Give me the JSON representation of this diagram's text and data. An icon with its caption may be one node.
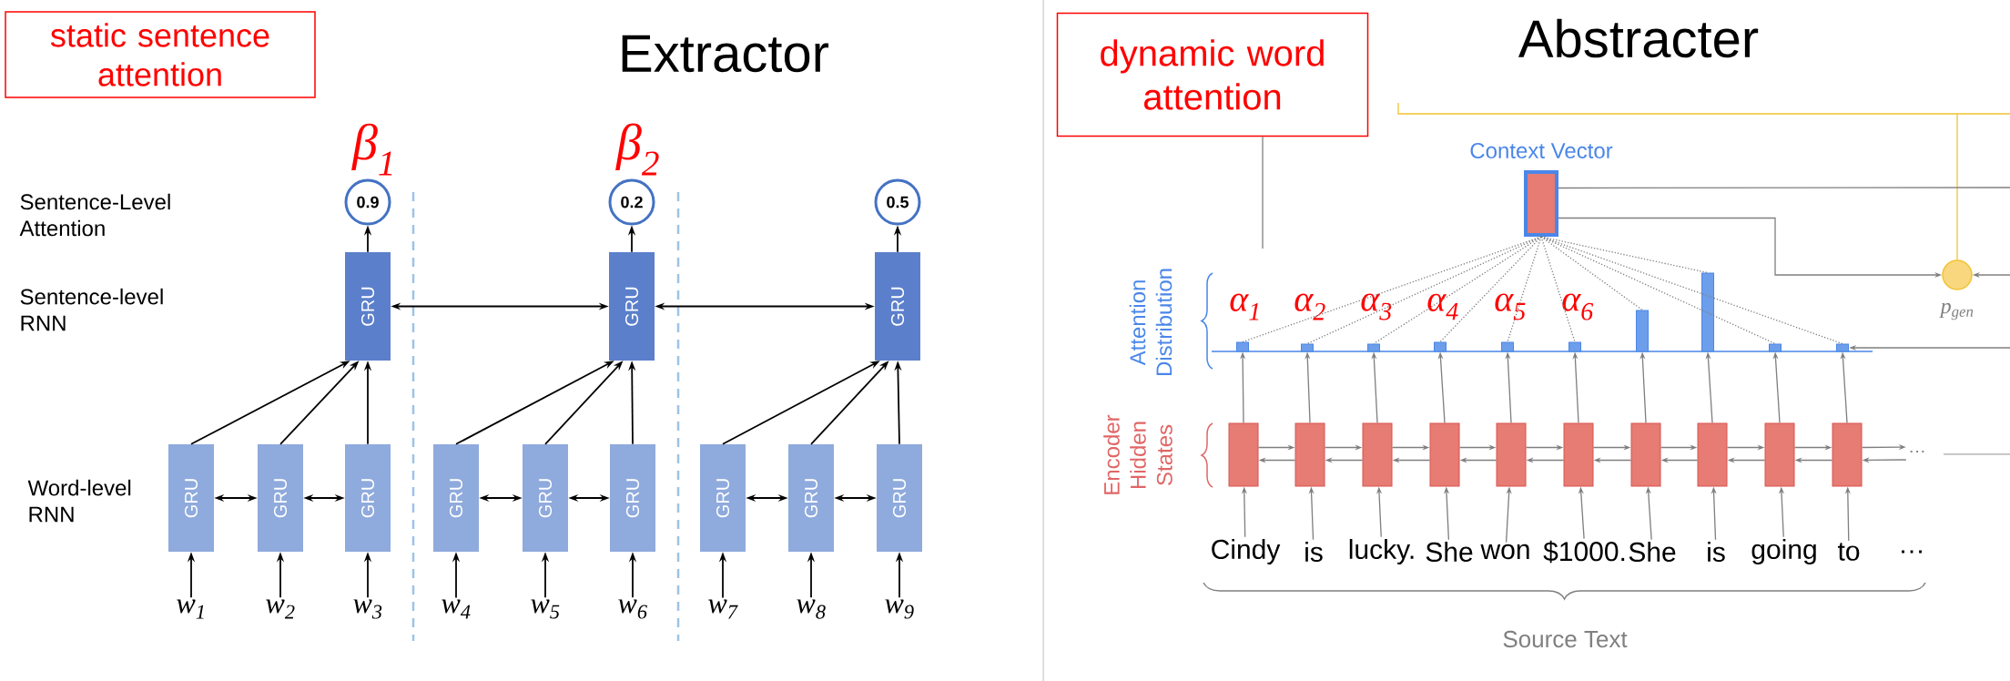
{
  "diagram": {
    "nodes": [
      {
        "text": [
          "static sentence attention"
        ]
      },
      {
        "text": [
          "0.9"
        ],
        "beside": [
          "β$_{1}$"
        ]
      },
      {
        "text": [
          "0.2"
        ],
        "beside": [
          "β$_{2}$"
        ]
      },
      {
        "text": [
          "0.5"
        ]
      },
      {
        "text": [
          "GRU"
        ]
      },
      {
        "text": [
          "GRU"
        ]
      },
      {
        "text": [
          "GRU"
        ]
      },
      {
        "text": [
          "GRU"
        ]
      },
      {
        "text": [
          "GRU"
        ]
      },
      {
        "text": [
          "GRU"
        ]
      },
      {
        "text": [
          "GRU"
        ]
      },
      {
        "text": [
          "GRU"
        ]
      },
      {
        "text": [
          "GRU"
        ]
      },
      {
        "text": [
          "GRU"
        ]
      },
      {
        "text": [
          "GRU"
        ]
      },
      {
        "text": [
          "GRU"
        ]
      },
      {
        "text": [
          "w$_{1}$"
        ]
      },
      {
        "text": [
          "w$_{2}$"
        ]
      },
      {
        "text": [
          "w$_{3}$"
        ]
      },
      {
        "text": [
          "w$_{4}$"
        ]
      },
      {
        "text": [
          "w$_{5}$"
        ]
      },
      {
        "text": [
          "w$_{6}$"
        ]
      },
      {
        "text": [
          "w$_{7}$"
        ]
      },
      {
        "text": [
          "w$_{8}$"
        ]
      },
      {
        "text": [
          "w$_{9}$"
        ]
      },
      {
        "text": [
          "dynamic word attention"
        ]
      },
      {
        "text": [
          "Context Vector"
        ]
      },
      {
        "text": [],
        "shape": "circle",
        "beside": [
          "p$_{gen}$"
        ]
      },
      {
        "text": [],
        "shape": "bar",
        "beside": [
          "α$_{1}$"
        ]
      },
      {
        "text": [],
        "shape": "bar",
        "beside": [
          "α$_{2}$"
        ]
      },
      {
        "text": [],
        "shape": "bar",
        "beside": [
          "α$_{3}$"
        ]
      },
      {
        "text": [],
        "shape": "bar",
        "beside": [
          "α$_{4}$"
        ]
      },
      {
        "text": [],
        "shape": "bar",
        "beside": [
          "α$_{5}$"
        ]
      },
      {
        "text": [],
        "shape": "bar",
        "beside": [
          "α$_{6}$"
        ]
      },
      {
        "text": [],
        "shape": "bar"
      },
      {
        "text": [],
        "shape": "bar"
      },
      {
        "text": [],
        "shape": "bar"
      },
      {
        "text": [],
        "shape": "bar"
      },
      {
        "text": [],
        "shape": "box"
      },
      {
        "text": [],
        "shape": "box"
      },
      {
        "text": [],
        "shape": "box"
      },
      {
        "text": [],
        "shape": "box"
      },
      {
        "text": [],
        "shape": "box"
      },
      {
        "text": [],
        "shape": "box"
      },
      {
        "text": [],
        "shape": "box"
      },
      {
        "text": [],
        "shape": "box"
      },
      {
        "text": [],
        "shape": "box"
      },
      {
        "text": [],
        "shape": "box"
      },
      {
        "text": [
          "Cindy"
        ]
      },
      {
        "text": [
          "is"
        ]
      },
      {
        "text": [
          "lucky."
        ]
      },
      {
        "text": [
          "She"
        ]
      },
      {
        "text": [
          "won"
        ]
      },
      {
        "text": [
          "$1000."
        ]
      },
      {
        "text": [
          "She"
        ]
      },
      {
        "text": [
          "is"
        ]
      },
      {
        "text": [
          "going"
        ]
      },
      {
        "text": [
          "to"
        ]
      },
      {
        "text": [
          "…"
        ]
      }
    ],
    "edges": [
      {
        "from": 16,
        "to": 7,
        "arrow": "to",
        "color": "#000000"
      },
      {
        "from": 17,
        "to": 8,
        "arrow": "to",
        "color": "#000000"
      },
      {
        "from": 18,
        "to": 9,
        "arrow": "to",
        "color": "#000000"
      },
      {
        "from": 19,
        "to": 10,
        "arrow": "to",
        "color": "#000000"
      },
      {
        "from": 20,
        "to": 11,
        "arrow": "to",
        "color": "#000000"
      },
      {
        "from": 21,
        "to": 12,
        "arrow": "to",
        "color": "#000000"
      },
      {
        "from": 22,
        "to": 13,
        "arrow": "to",
        "color": "#000000"
      },
      {
        "from": 23,
        "to": 14,
        "arrow": "to",
        "color": "#000000"
      },
      {
        "from": 24,
        "to": 15,
        "arrow": "to",
        "color": "#000000"
      },
      {
        "from": 7,
        "to": 8,
        "arrow": "both",
        "color": "#000000"
      },
      {
        "from": 8,
        "to": 9,
        "arrow": "both",
        "color": "#000000"
      },
      {
        "from": 10,
        "to": 11,
        "arrow": "both",
        "color": "#000000"
      },
      {
        "from": 11,
        "to": 12,
        "arrow": "both",
        "color": "#000000"
      },
      {
        "from": 13,
        "to": 14,
        "arrow": "both",
        "color": "#000000"
      },
      {
        "from": 14,
        "to": 15,
        "arrow": "both",
        "color": "#000000"
      },
      {
        "from": 7,
        "to": 4,
        "arrow": "to",
        "color": "#000000"
      },
      {
        "from": 8,
        "to": 4,
        "arrow": "to",
        "color": "#000000"
      },
      {
        "from": 9,
        "to": 4,
        "arrow": "to",
        "color": "#000000"
      },
      {
        "from": 10,
        "to": 5,
        "arrow": "to",
        "color": "#000000"
      },
      {
        "from": 11,
        "to": 5,
        "arrow": "to",
        "color": "#000000"
      },
      {
        "from": 12,
        "to": 5,
        "arrow": "to",
        "color": "#000000"
      },
      {
        "from": 13,
        "to": 6,
        "arrow": "to",
        "color": "#000000"
      },
      {
        "from": 14,
        "to": 6,
        "arrow": "to",
        "color": "#000000"
      },
      {
        "from": 15,
        "to": 6,
        "arrow": "to",
        "color": "#000000"
      },
      {
        "from": 4,
        "to": 5,
        "arrow": "both",
        "color": "#000000"
      },
      {
        "from": 5,
        "to": 6,
        "arrow": "both",
        "color": "#000000"
      },
      {
        "from": 4,
        "to": 1,
        "arrow": "to",
        "color": "#000000"
      },
      {
        "from": 5,
        "to": 2,
        "arrow": "to",
        "color": "#000000"
      },
      {
        "from": 6,
        "to": 3,
        "arrow": "to",
        "color": "#000000"
      },
      {
        "from": 25,
        "to": null,
        "arrow": "none"
      },
      {
        "from": null,
        "to": 27,
        "arrow": "none",
        "color": "#f1c232"
      },
      {
        "from": 26,
        "to": null,
        "arrow": "none"
      },
      {
        "from": 26,
        "to": 27,
        "arrow": "to"
      },
      {
        "from": null,
        "to": 27,
        "arrow": "to"
      },
      {
        "from": 26,
        "to": 28,
        "arrow": "none",
        "style": "dashed"
      },
      {
        "from": 26,
        "to": 29,
        "arrow": "none",
        "style": "dashed"
      },
      {
        "from": 26,
        "to": 30,
        "arrow": "none",
        "style": "dashed"
      },
      {
        "from": 26,
        "to": 31,
        "arrow": "none",
        "style": "dashed"
      },
      {
        "from": 26,
        "to": 32,
        "arrow": "none",
        "style": "dashed"
      },
      {
        "from": 26,
        "to": 33,
        "arrow": "none",
        "style": "dashed"
      },
      {
        "from": 26,
        "to": 34,
        "arrow": "none",
        "style": "dashed"
      },
      {
        "from": 26,
        "to": 35,
        "arrow": "none",
        "style": "dashed"
      },
      {
        "from": 26,
        "to": 36,
        "arrow": "none",
        "style": "dashed"
      },
      {
        "from": 26,
        "to": 37,
        "arrow": "none",
        "style": "dashed"
      },
      {
        "from": 38,
        "to": 28,
        "arrow": "to"
      },
      {
        "from": 39,
        "to": 29,
        "arrow": "to"
      },
      {
        "from": 40,
        "to": 30,
        "arrow": "to"
      },
      {
        "from": 41,
        "to": 31,
        "arrow": "to"
      },
      {
        "from": 42,
        "to": 32,
        "arrow": "to"
      },
      {
        "from": 43,
        "to": 33,
        "arrow": "to"
      },
      {
        "from": 44,
        "to": 34,
        "arrow": "to"
      },
      {
        "from": 45,
        "to": 35,
        "arrow": "to"
      },
      {
        "from": 46,
        "to": 36,
        "arrow": "to"
      },
      {
        "from": 47,
        "to": 37,
        "arrow": "to"
      },
      {
        "from": null,
        "to": 37,
        "arrow": "to"
      },
      {
        "from": 38,
        "to": 39,
        "arrow": "to"
      },
      {
        "from": 39,
        "to": 40,
        "arrow": "to"
      },
      {
        "from": 40,
        "to": 41,
        "arrow": "to"
      },
      {
        "from": 41,
        "to": 42,
        "arrow": "to"
      },
      {
        "from": 42,
        "to": 43,
        "arrow": "to"
      },
      {
        "from": 43,
        "to": 44,
        "arrow": "to"
      },
      {
        "from": 44,
        "to": 45,
        "arrow": "to"
      },
      {
        "from": 45,
        "to": 46,
        "arrow": "to"
      },
      {
        "from": 46,
        "to": 47,
        "arrow": "to"
      },
      {
        "from": 39,
        "to": 38,
        "arrow": "to"
      },
      {
        "from": 40,
        "to": 39,
        "arrow": "to"
      },
      {
        "from": 41,
        "to": 40,
        "arrow": "to"
      },
      {
        "from": 42,
        "to": 41,
        "arrow": "to"
      },
      {
        "from": 43,
        "to": 42,
        "arrow": "to"
      },
      {
        "from": 44,
        "to": 43,
        "arrow": "to"
      },
      {
        "from": 45,
        "to": 44,
        "arrow": "to"
      },
      {
        "from": 46,
        "to": 45,
        "arrow": "to"
      },
      {
        "from": 47,
        "to": 46,
        "arrow": "to"
      },
      {
        "from": 47,
        "to": 58,
        "arrow": "to"
      },
      {
        "from": 58,
        "to": 47,
        "arrow": "to"
      },
      {
        "from": 48,
        "to": 38,
        "arrow": "to"
      },
      {
        "from": 49,
        "to": 39,
        "arrow": "to"
      },
      {
        "from": 50,
        "to": 40,
        "arrow": "to"
      },
      {
        "from": 51,
        "to": 41,
        "arrow": "to"
      },
      {
        "from": 52,
        "to": 42,
        "arrow": "to"
      },
      {
        "from": 53,
        "to": 43,
        "arrow": "to"
      },
      {
        "from": 54,
        "to": 44,
        "arrow": "to"
      },
      {
        "from": 55,
        "to": 45,
        "arrow": "to"
      },
      {
        "from": 56,
        "to": 46,
        "arrow": "to"
      },
      {
        "from": 57,
        "to": 47,
        "arrow": "to"
      }
    ],
    "labels": [
      "Extractor",
      "Sentence-Level Attention",
      "Sentence-level RNN",
      "Word-level RNN",
      "Abstracter",
      "Attention Distribution",
      "Encoder Hidden States",
      "…",
      "Source Text"
    ]
  }
}
